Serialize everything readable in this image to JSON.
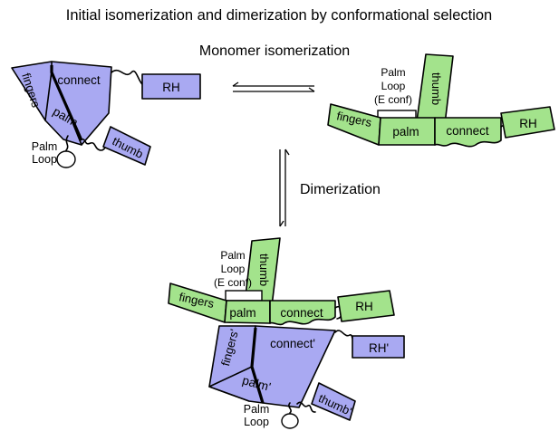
{
  "title": "Initial isomerization and dimerization by conformational selection",
  "labels": {
    "monomer_isomerization": "Monomer isomerization",
    "dimerization": "Dimerization"
  },
  "monomer_blue": {
    "fingers": "fingers",
    "connect": "connect",
    "palm": "palm",
    "rh": "RH",
    "thumb": "thumb",
    "palm_loop_line1": "Palm",
    "palm_loop_line2": "Loop"
  },
  "monomer_green": {
    "palm_loop_line1": "Palm",
    "palm_loop_line2": "Loop",
    "palm_loop_line3": "(E conf)",
    "thumb": "thumb",
    "fingers": "fingers",
    "palm": "palm",
    "connect": "connect",
    "rh": "RH"
  },
  "dimer": {
    "green": {
      "palm_loop_line1": "Palm",
      "palm_loop_line2": "Loop",
      "palm_loop_line3": "(E conf)",
      "thumb": "thumb",
      "fingers": "fingers",
      "palm": "palm",
      "connect": "connect",
      "rh": "RH"
    },
    "blue": {
      "fingers": "fingers'",
      "connect": "connect'",
      "rh": "RH'",
      "palm": "palm'",
      "thumb": "thumb'",
      "palm_loop_line1": "Palm",
      "palm_loop_line2": "Loop"
    }
  },
  "colors": {
    "blue_domain": "#a9a9f2",
    "green_domain": "#a3e38c"
  }
}
